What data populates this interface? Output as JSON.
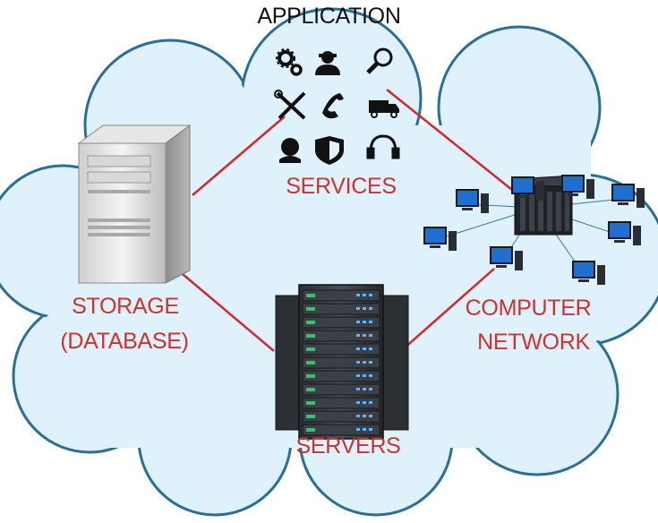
{
  "title": "APPLICATION",
  "nodes": {
    "services": "SERVICES",
    "storage_line1": "STORAGE",
    "storage_line2": "(DATABASE)",
    "network_line1": "COMPUTER",
    "network_line2": "NETWORK",
    "servers": "SERVERS"
  },
  "service_icons": [
    "gears-icon",
    "user-icon",
    "search-icon",
    "tools-icon",
    "phone-icon",
    "truck-icon",
    "support-agent-icon",
    "shield-icon",
    "headset-icon"
  ],
  "colors": {
    "label": "#d0312d",
    "connector": "#d7262b",
    "cloud_fill": "#dff1fb",
    "cloud_stroke": "#2a6f98"
  }
}
